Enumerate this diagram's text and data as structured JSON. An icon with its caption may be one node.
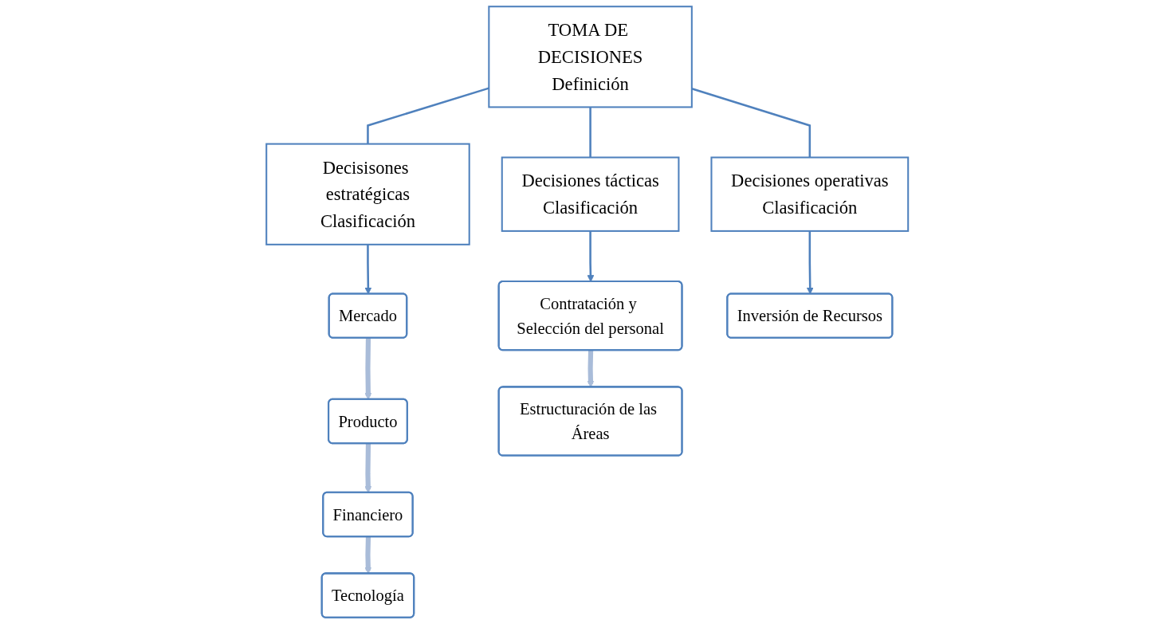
{
  "diagram": {
    "nodes": [
      {
        "text": [
          "TOMA DE DECISIONES",
          "Definición"
        ]
      },
      {
        "text": [
          "Decisisones estratégicas",
          "Clasificación"
        ]
      },
      {
        "text": [
          "Decisiones tácticas",
          "Clasificación"
        ]
      },
      {
        "text": [
          "Decisiones operativas",
          "Clasificación"
        ]
      },
      {
        "text": [
          "Mercado"
        ]
      },
      {
        "text": [
          "Producto"
        ]
      },
      {
        "text": [
          "Financiero"
        ]
      },
      {
        "text": [
          "Tecnología"
        ]
      },
      {
        "text": [
          "Contratación y Selección del personal"
        ]
      },
      {
        "text": [
          "Estructuración de las Áreas"
        ]
      },
      {
        "text": [
          "Inversión de Recursos"
        ]
      }
    ],
    "edges": [
      {
        "from": 0,
        "to": 1,
        "arrow": "none"
      },
      {
        "from": 0,
        "to": 2,
        "arrow": "none"
      },
      {
        "from": 0,
        "to": 3,
        "arrow": "none"
      },
      {
        "from": 1,
        "to": 4,
        "arrow": "to"
      },
      {
        "from": 2,
        "to": 8,
        "arrow": "to"
      },
      {
        "from": 3,
        "to": 10,
        "arrow": "to"
      },
      {
        "from": 4,
        "to": 5,
        "arrow": "to",
        "style": "thick",
        "color": "#a9bcd9"
      },
      {
        "from": 5,
        "to": 6,
        "arrow": "to",
        "style": "thick",
        "color": "#a9bcd9"
      },
      {
        "from": 6,
        "to": 7,
        "arrow": "to",
        "style": "thick",
        "color": "#a9bcd9"
      },
      {
        "from": 8,
        "to": 9,
        "arrow": "to",
        "style": "thick",
        "color": "#a9bcd9"
      }
    ]
  }
}
